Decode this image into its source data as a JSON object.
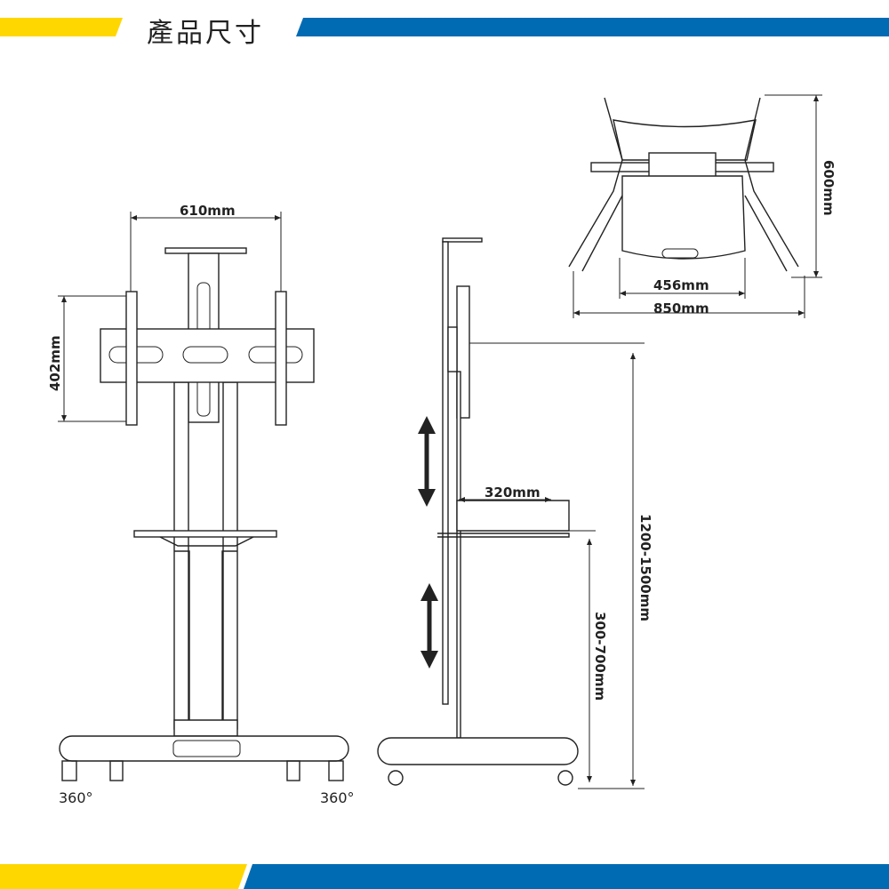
{
  "header": {
    "title": "產品尺寸"
  },
  "colors": {
    "accent_yellow": "#FFD700",
    "accent_blue": "#006BB3"
  },
  "dimensions": {
    "width_mount": "610mm",
    "height_mount": "402mm",
    "caster_left": "360°",
    "caster_right": "360°",
    "shelf_depth": "320mm",
    "total_height": "1200-1500mm",
    "shelf_height": "300-700mm",
    "base_depth": "600mm",
    "inner_width": "456mm",
    "base_width": "850mm"
  }
}
